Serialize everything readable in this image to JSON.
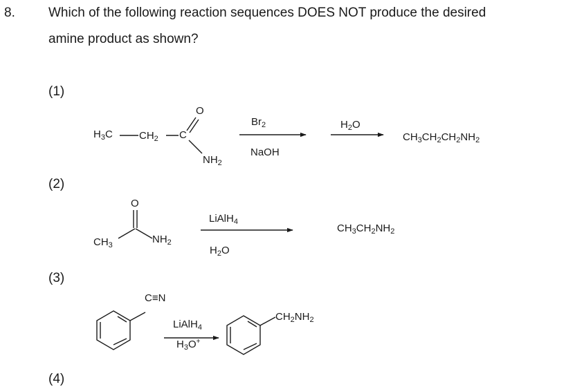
{
  "question": {
    "number": "8.",
    "line1": "Which of the following reaction sequences DOES NOT produce the desired",
    "line2": "amine product as shown?"
  },
  "options": [
    {
      "label": "(1)"
    },
    {
      "label": "(2)"
    },
    {
      "label": "(3)"
    },
    {
      "label": "(4)"
    }
  ],
  "rxn1": {
    "h3c": [
      "H",
      "3",
      "C"
    ],
    "ch2": [
      "CH",
      "2"
    ],
    "c": "C",
    "o": "O",
    "nh2": [
      "NH",
      "2"
    ],
    "reagent1_top": [
      "Br",
      "2"
    ],
    "reagent1_bottom": "NaOH",
    "reagent2_top": [
      "H",
      "2",
      "O"
    ],
    "product": [
      "CH",
      "3",
      "CH",
      "2",
      "CH",
      "2",
      "NH",
      "2"
    ]
  },
  "rxn2": {
    "o": "O",
    "ch3": [
      "CH",
      "3"
    ],
    "nh2": [
      "NH",
      "2"
    ],
    "reagent_top": [
      "LiAlH",
      "4"
    ],
    "reagent_bottom": [
      "H",
      "2",
      "O"
    ],
    "product": [
      "CH",
      "3",
      "CH",
      "2",
      "NH",
      "2"
    ]
  },
  "rxn3": {
    "cn": "C≡N",
    "reagent_top": [
      "LiAlH",
      "4"
    ],
    "reagent_bottom": [
      "H",
      "3",
      "O",
      "+"
    ],
    "product": [
      "CH",
      "2",
      "NH",
      "2"
    ]
  }
}
